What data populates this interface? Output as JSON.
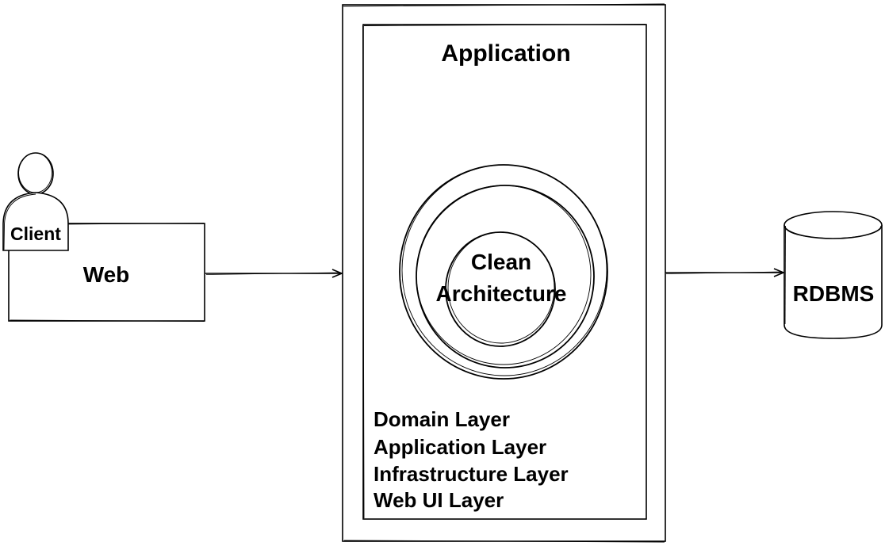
{
  "colors": {
    "stroke": "#000000",
    "background": "#ffffff"
  },
  "client": {
    "label": "Client",
    "icon": "person-icon"
  },
  "web": {
    "label": "Web"
  },
  "application": {
    "title": "Application",
    "core": {
      "line1": "Clean",
      "line2": "Architecture"
    },
    "layers": [
      "Domain Layer",
      "Application Layer",
      "Infrastructure Layer",
      "Web UI Layer"
    ]
  },
  "database": {
    "label": "RDBMS",
    "icon": "database-icon"
  }
}
